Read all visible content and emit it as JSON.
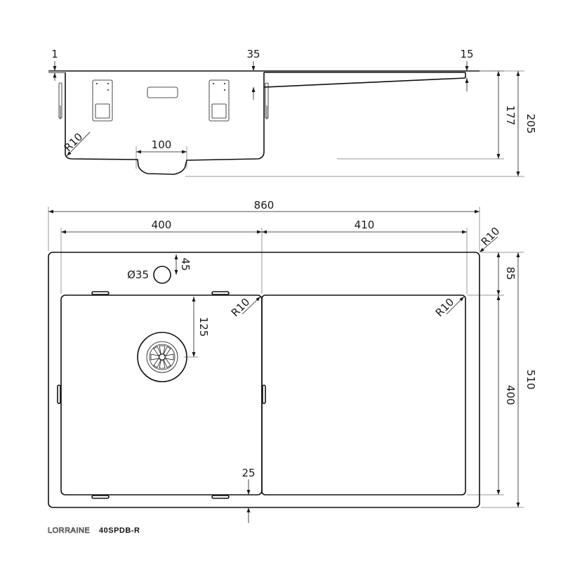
{
  "side_view": {
    "labels": {
      "top_thickness": "1",
      "drainer_step": "35",
      "drainer_thickness": "15",
      "corner_radius": "R10",
      "waste_width": "100",
      "bowl_depth": "177",
      "total_depth": "205"
    }
  },
  "top_view": {
    "labels": {
      "overall_width": "860",
      "bowl_width": "400",
      "drainer_width": "410",
      "outer_radius": "R10",
      "bowl_radius": "R10",
      "drainer_radius": "R10",
      "tap_hole_offset": "45",
      "tap_hole_diameter": "Ø35",
      "waste_offset": "125",
      "rear_margin": "85",
      "inner_length": "400",
      "overall_depth": "510",
      "front_margin": "25"
    }
  },
  "product": {
    "brand": "LORRAINE",
    "model": "40SPDB-R"
  }
}
